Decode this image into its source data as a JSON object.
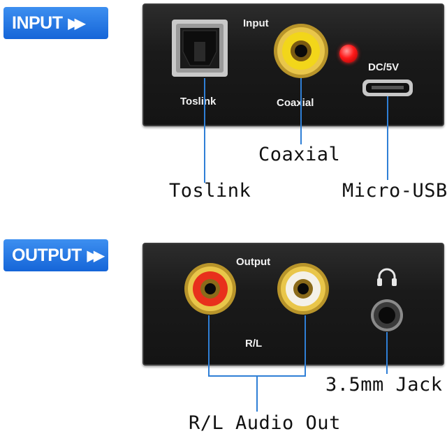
{
  "input_section": {
    "badge_label": "INPUT",
    "panel_label": "Input",
    "ports": {
      "toslink_label": "Toslink",
      "coaxial_label": "Coaxial",
      "power_label": "DC/5V"
    },
    "callouts": {
      "coaxial": "Coaxial",
      "toslink": "Toslink",
      "usb": "Micro-USB"
    }
  },
  "output_section": {
    "badge_label": "OUTPUT",
    "panel_label": "Output",
    "rl_label": "R/L",
    "callouts": {
      "jack": "3.5mm Jack",
      "audio_out": "R/L Audio Out"
    }
  },
  "colors": {
    "badge_blue": "#1f6fe0",
    "callout_line": "#2f7fd6",
    "rca_red": "#e8301c",
    "rca_yellow": "#f2d61a",
    "led_red": "#ff1a1a"
  },
  "icons": {
    "badge_arrow": "double-chevron-right-icon",
    "headphone": "headphone-icon"
  }
}
